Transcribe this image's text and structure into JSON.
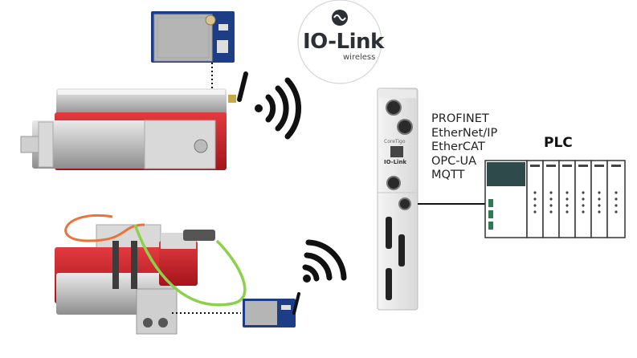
{
  "logo": {
    "name": "IO-Link",
    "subtitle": "wireless"
  },
  "gateway": {
    "brand": "CoreTigo",
    "logo_text": "IO-Link"
  },
  "protocols": [
    "PROFINET",
    "EtherNet/IP",
    "EtherCAT",
    "OPC-UA",
    "MQTT"
  ],
  "plc": {
    "label": "PLC"
  },
  "colors": {
    "device_red": "#c8202a",
    "cable_green": "#8bd14a",
    "cable_orange": "#e8743b",
    "module_blue": "#1e3f8a",
    "logo_dark": "#2b2f36"
  }
}
